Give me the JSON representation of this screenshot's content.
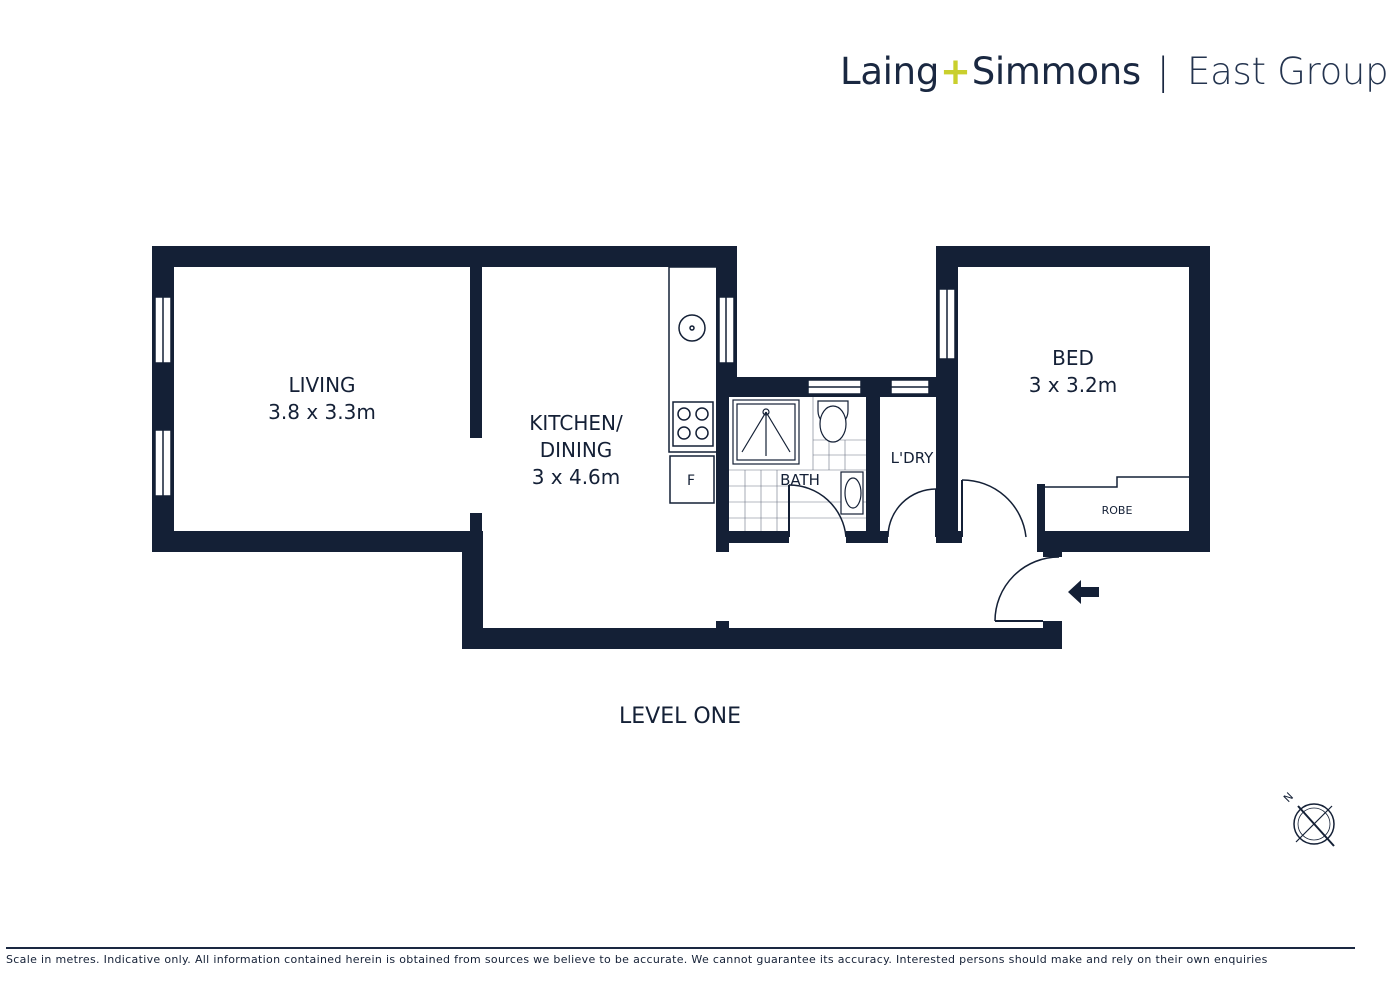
{
  "brand": {
    "name_part1": "Laing",
    "name_plus": "+",
    "name_part2": "Simmons",
    "separator": "|",
    "group": "East Group",
    "colors": {
      "navy": "#142036",
      "accent": "#c9cf2d"
    }
  },
  "plan": {
    "rooms": [
      {
        "name": "LIVING",
        "size": "3.8 x 3.3m"
      },
      {
        "name_line1": "KITCHEN/",
        "name_line2": "DINING",
        "size": "3 x 4.6m"
      },
      {
        "name": "BED",
        "size": "3 x 3.2m"
      },
      {
        "name": "BATH"
      },
      {
        "name": "L'DRY"
      },
      {
        "name": "ROBE"
      }
    ],
    "fixtures": {
      "fridge": "F"
    },
    "level": "LEVEL ONE",
    "compass": {
      "label": "N",
      "icon": "compass-icon"
    },
    "entry_icon": "entry-arrow-icon"
  },
  "footer": {
    "disclaimer": "Scale in metres. Indicative only. All information contained herein is obtained from sources we believe to be accurate. We cannot guarantee its accuracy. Interested persons should make and rely on their own enquiries"
  }
}
